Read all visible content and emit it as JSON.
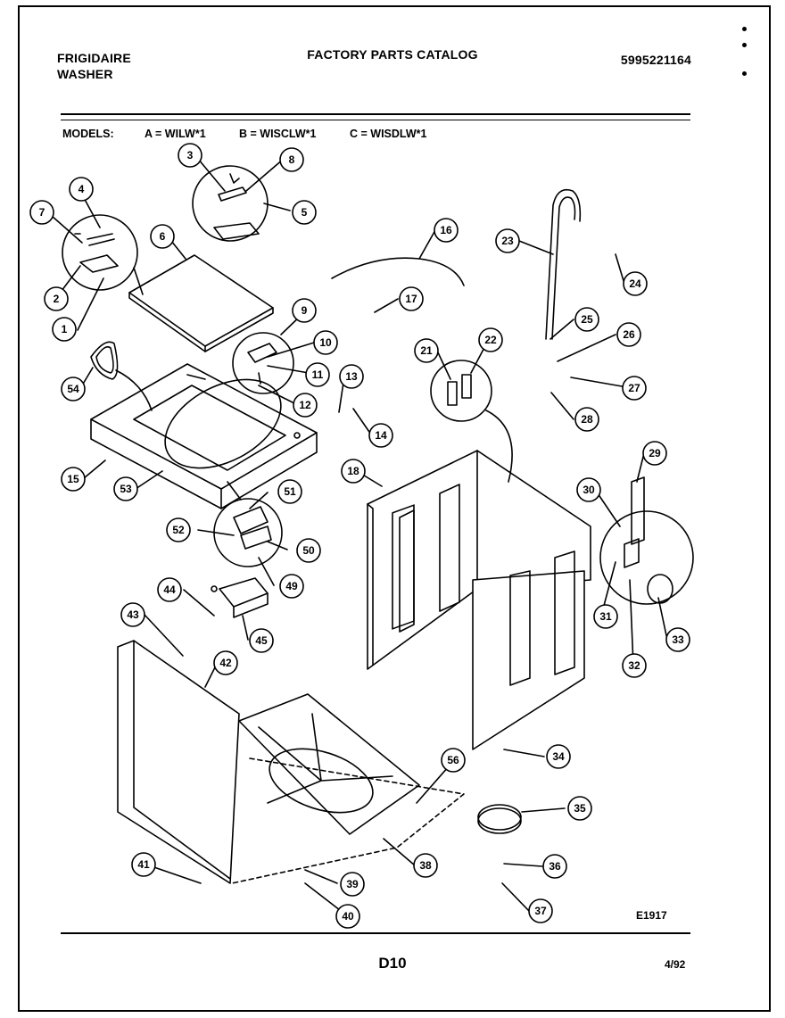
{
  "header": {
    "brand_line1": "FRIGIDAIRE",
    "brand_line2": "WASHER",
    "title": "FACTORY PARTS CATALOG",
    "catalog_number": "5995221164"
  },
  "models": {
    "label": "MODELS:",
    "a": "A = WILW*1",
    "b": "B = WISCLW*1",
    "c": "C = WISDLW*1"
  },
  "figure_code": "E1917",
  "page_label": "D10",
  "date": "4/92",
  "callouts": [
    "1",
    "2",
    "3",
    "4",
    "5",
    "6",
    "7",
    "8",
    "9",
    "10",
    "11",
    "12",
    "13",
    "14",
    "15",
    "16",
    "17",
    "18",
    "21",
    "22",
    "23",
    "24",
    "25",
    "26",
    "27",
    "28",
    "29",
    "30",
    "31",
    "32",
    "33",
    "34",
    "35",
    "36",
    "37",
    "38",
    "39",
    "40",
    "41",
    "42",
    "43",
    "44",
    "45",
    "49",
    "50",
    "51",
    "52",
    "53",
    "54",
    "56"
  ]
}
